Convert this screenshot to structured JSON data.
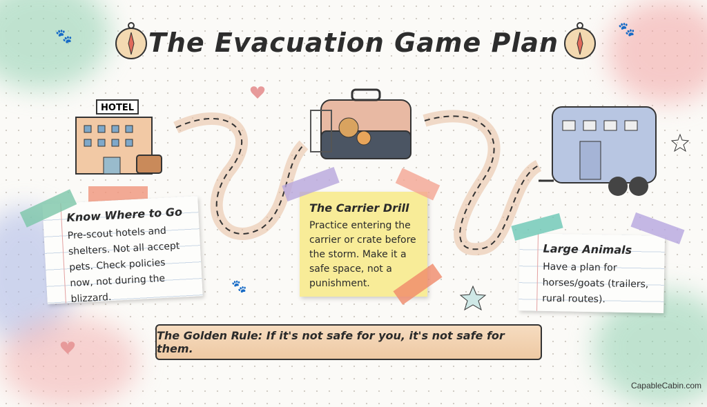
{
  "title": "The Evacuation Game Plan",
  "cards": [
    {
      "heading": "Know Where to Go",
      "body": "Pre-scout hotels and shelters. Not all accept pets. Check policies now, not during the blizzard."
    },
    {
      "heading": "The Carrier Drill",
      "body": "Practice entering the carrier or crate before the storm. Make it a safe space, not a punishment."
    },
    {
      "heading": "Large Animals",
      "body": "Have a plan for horses/goats (trailers, rural routes)."
    }
  ],
  "hotel_sign": "HOTEL",
  "golden_rule": "The Golden Rule: If it's not safe for you, it's not safe for them.",
  "credit": "CapableCabin.com"
}
